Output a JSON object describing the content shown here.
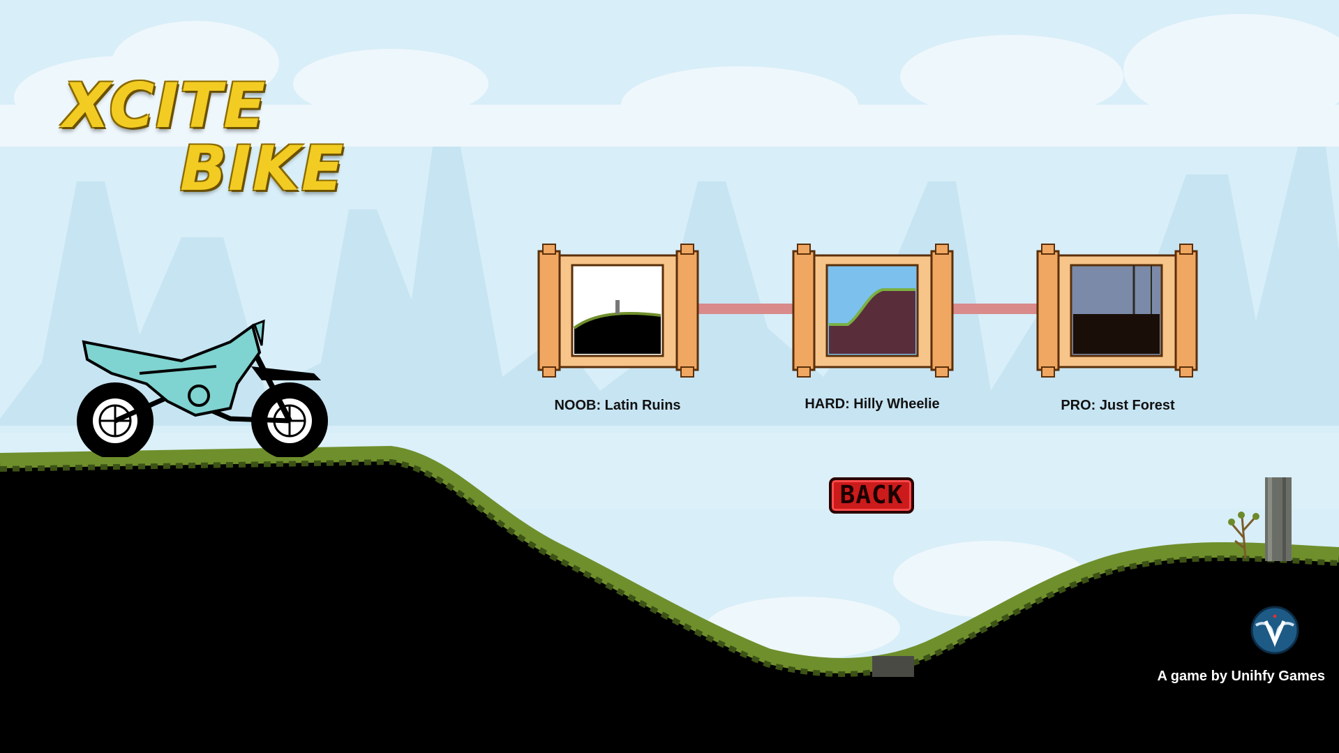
{
  "game": {
    "logo_line1": "XCITE",
    "logo_line2": "BIKE"
  },
  "levels": [
    {
      "label": "NOOB: Latin Ruins",
      "scene": "latin-ruins"
    },
    {
      "label": "HARD: Hilly Wheelie",
      "scene": "hilly-wheelie"
    },
    {
      "label": "PRO: Just Forest",
      "scene": "just-forest"
    }
  ],
  "buttons": {
    "back_label": "BACK"
  },
  "credit": {
    "text": "A game by Unihfy Games"
  },
  "colors": {
    "sky": "#d6ecf6",
    "ground": "#000000",
    "grass": "#6f8f2c",
    "bike_body": "#7fd3d0",
    "scroll_frame": "#f0a762",
    "connector": "#d98a8a",
    "back_button": "#cc1b1b"
  }
}
